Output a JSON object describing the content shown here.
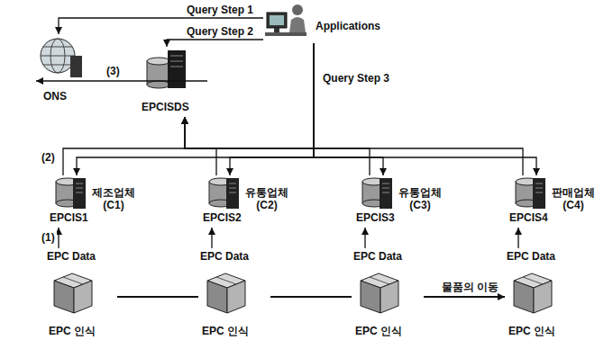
{
  "diagram": {
    "nodes": [
      {
        "text": [
          "Applications"
        ]
      },
      {
        "text": [
          "ONS"
        ]
      },
      {
        "text": [
          "EPCISDS"
        ]
      },
      {
        "text": [
          "EPCIS1",
          "제조업체 (C1)"
        ]
      },
      {
        "text": [
          "EPCIS2",
          "유통업체 (C2)"
        ]
      },
      {
        "text": [
          "EPCIS3",
          "유통업체 (C3)"
        ]
      },
      {
        "text": [
          "EPCIS4",
          "판매업체 (C4)"
        ]
      },
      {
        "text": [
          "EPC Data"
        ]
      },
      {
        "text": [
          "EPC Data"
        ]
      },
      {
        "text": [
          "EPC Data"
        ]
      },
      {
        "text": [
          "EPC Data"
        ]
      },
      {
        "text": [
          "EPC 인식"
        ]
      },
      {
        "text": [
          "EPC 인식"
        ]
      },
      {
        "text": [
          "EPC 인식"
        ]
      },
      {
        "text": [
          "EPC 인식"
        ]
      }
    ],
    "edges": [
      {
        "from": 0,
        "to": 1,
        "arrow": "to",
        "label": "Query Step 1"
      },
      {
        "from": 0,
        "to": 2,
        "arrow": "to",
        "label": "Query Step 2"
      },
      {
        "from": 0,
        "to": 3,
        "arrow": "to",
        "label": "Query Step 3"
      },
      {
        "from": 0,
        "to": 4,
        "arrow": "to"
      },
      {
        "from": 0,
        "to": 5,
        "arrow": "to"
      },
      {
        "from": 0,
        "to": 6,
        "arrow": "to"
      },
      {
        "from": 3,
        "to": 2,
        "arrow": "to",
        "label": "(2)"
      },
      {
        "from": 4,
        "to": 2,
        "arrow": "to"
      },
      {
        "from": 5,
        "to": 2,
        "arrow": "to"
      },
      {
        "from": 6,
        "to": 2,
        "arrow": "to"
      },
      {
        "from": 2,
        "to": 1,
        "arrow": "to",
        "label": "(3)"
      },
      {
        "from": 7,
        "to": 3,
        "arrow": "to",
        "label": "(1)"
      },
      {
        "from": 8,
        "to": 4,
        "arrow": "to"
      },
      {
        "from": 9,
        "to": 5,
        "arrow": "to"
      },
      {
        "from": 10,
        "to": 6,
        "arrow": "to"
      },
      {
        "from": 11,
        "to": 12,
        "arrow": "none"
      },
      {
        "from": 12,
        "to": 13,
        "arrow": "none"
      },
      {
        "from": 13,
        "to": 14,
        "arrow": "to",
        "label": "물품의 이동"
      }
    ]
  }
}
